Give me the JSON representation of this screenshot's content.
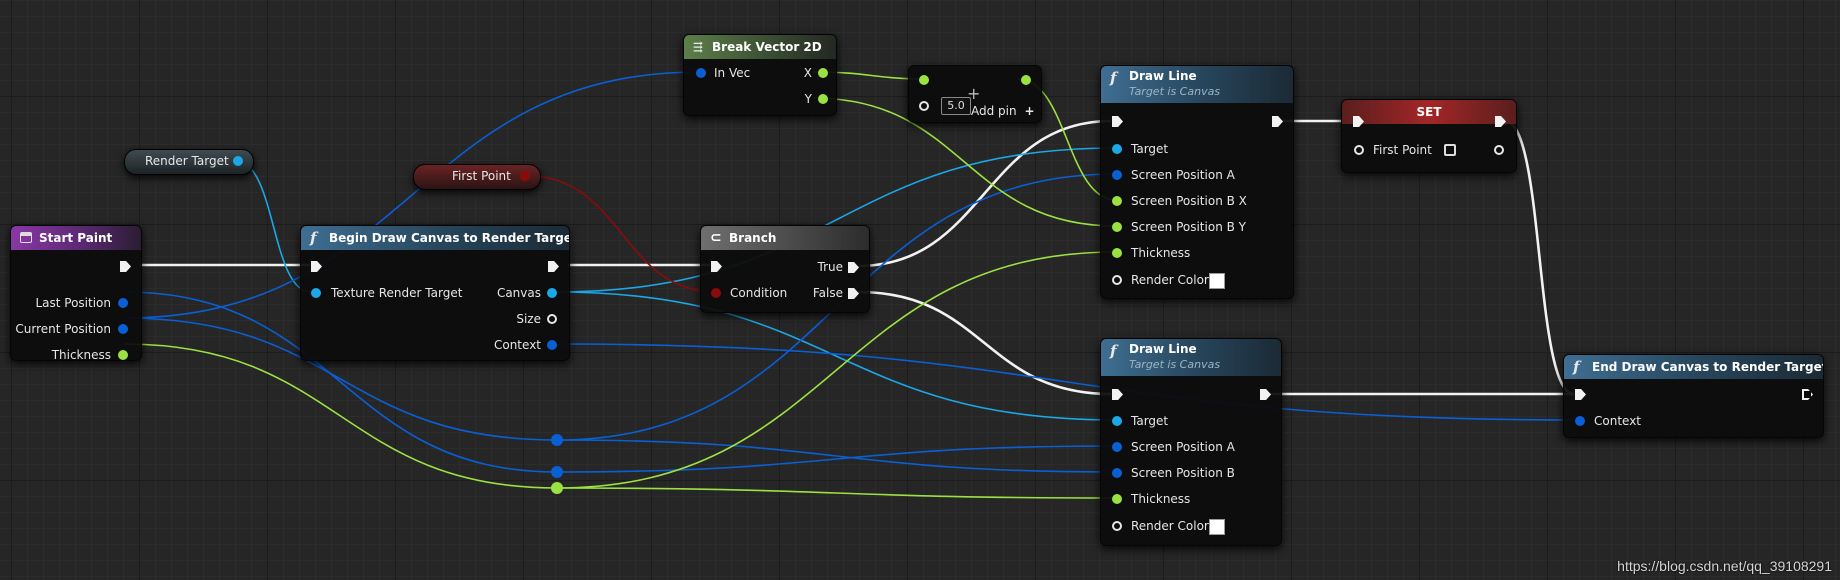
{
  "colors": {
    "exec": "#f2f2f2",
    "object": "#1ca7e6",
    "struct": "#0a5fd4",
    "float": "#9ce142",
    "bool": "#8a0b0b"
  },
  "nodes": {
    "start_paint": {
      "title": "Start Paint",
      "icon": "event-icon",
      "outputs": [
        "Last Position",
        "Current Position",
        "Thickness"
      ]
    },
    "render_target": {
      "label": "Render Target"
    },
    "first_point_get": {
      "label": "First Point"
    },
    "begin_draw": {
      "title": "Begin Draw Canvas to Render Target",
      "icon": "function-icon",
      "input": "Texture Render Target",
      "outputs": [
        "Canvas",
        "Size",
        "Context"
      ]
    },
    "break_vector": {
      "title": "Break Vector 2D",
      "icon": "break-struct-icon",
      "input": "In Vec",
      "outputs": [
        "X",
        "Y"
      ]
    },
    "add": {
      "value": "5.0",
      "add_pin": "Add pin",
      "add_icon": "plus-icon"
    },
    "branch": {
      "title": "Branch",
      "icon": "branch-icon",
      "input": "Condition",
      "outputs": [
        "True",
        "False"
      ]
    },
    "draw_line_1": {
      "title": "Draw Line",
      "subtitle": "Target is Canvas",
      "icon": "function-icon",
      "inputs": [
        "Target",
        "Screen Position A",
        "Screen Position B X",
        "Screen Position B Y",
        "Thickness",
        "Render Color"
      ]
    },
    "draw_line_2": {
      "title": "Draw Line",
      "subtitle": "Target is Canvas",
      "icon": "function-icon",
      "inputs": [
        "Target",
        "Screen Position A",
        "Screen Position B",
        "Thickness",
        "Render Color"
      ]
    },
    "set": {
      "title": "SET",
      "input": "First Point"
    },
    "end_draw": {
      "title": "End Draw Canvas to Render Target",
      "icon": "function-icon",
      "input": "Context"
    }
  },
  "watermark": "https://blog.csdn.net/qq_39108291"
}
